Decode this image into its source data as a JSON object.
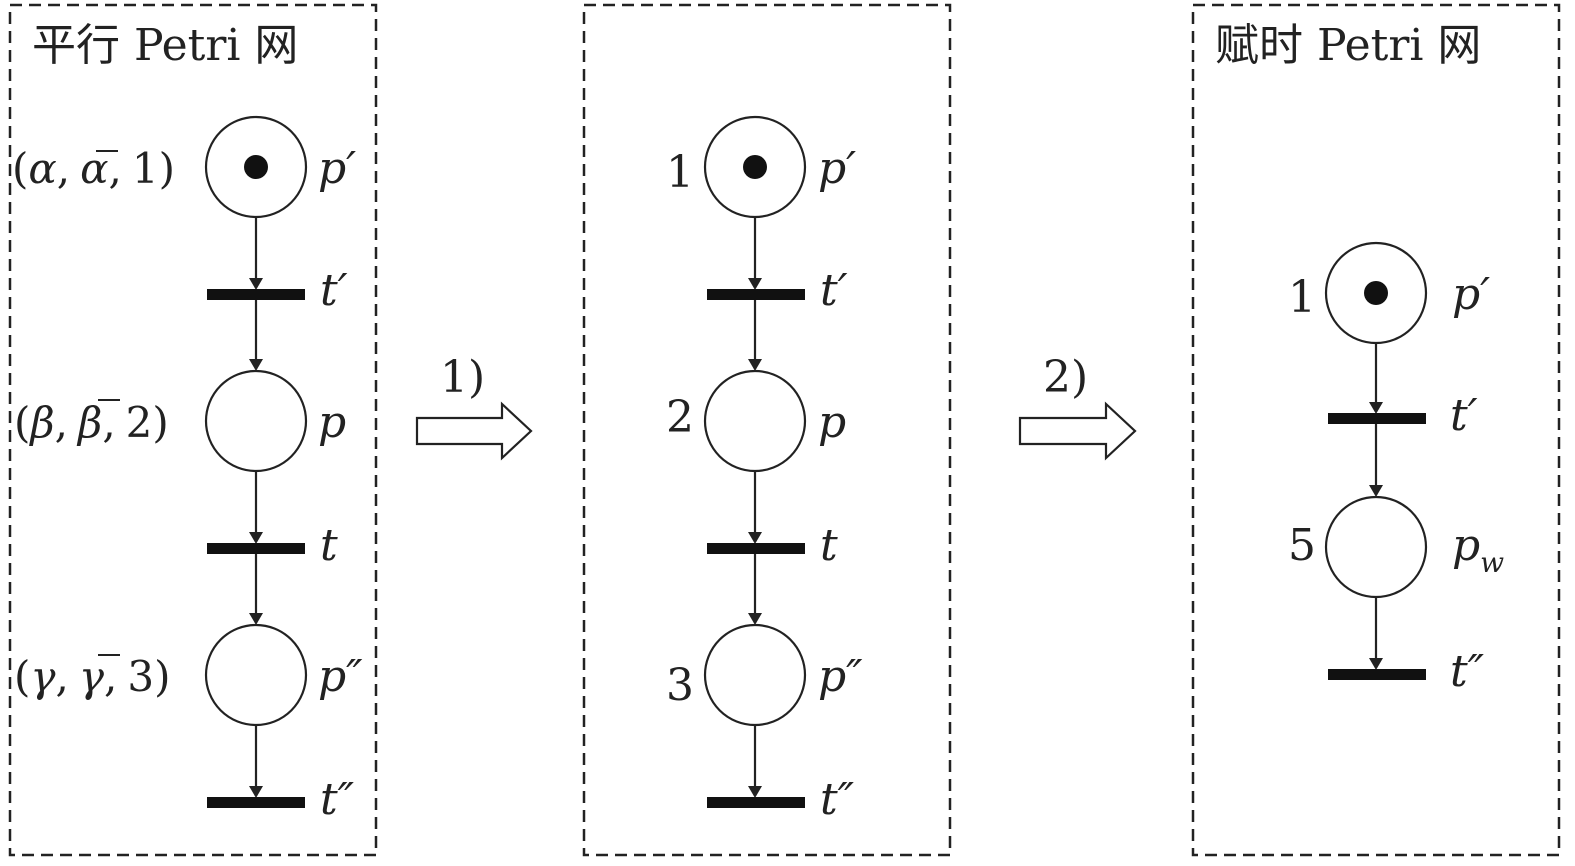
{
  "panels": {
    "left": {
      "title": "平行 Petri 网",
      "places": [
        {
          "name": "p′",
          "label_prefix": "(",
          "sym": "α",
          "sym_bar": "α",
          "weight": "1",
          "token": true
        },
        {
          "name": "p",
          "label_prefix": "(",
          "sym": "β",
          "sym_bar": "β",
          "weight": "2",
          "token": false
        },
        {
          "name": "p″",
          "label_prefix": "(",
          "sym": "γ",
          "sym_bar": "γ",
          "weight": "3",
          "token": false
        }
      ],
      "transitions": [
        "t′",
        "t",
        "t″"
      ]
    },
    "middle": {
      "title": "",
      "places": [
        {
          "name": "p′",
          "weight": "1",
          "token": true
        },
        {
          "name": "p",
          "weight": "2",
          "token": false
        },
        {
          "name": "p″",
          "weight": "3",
          "token": false
        }
      ],
      "transitions": [
        "t′",
        "t",
        "t″"
      ]
    },
    "right": {
      "title": "赋时 Petri 网",
      "places": [
        {
          "name": "p′",
          "weight": "1",
          "token": true
        },
        {
          "name": "p",
          "subscript": "w",
          "weight": "5",
          "token": false
        }
      ],
      "transitions": [
        "t′",
        "t″"
      ]
    }
  },
  "steps": [
    {
      "label": "1)"
    },
    {
      "label": "2)"
    }
  ],
  "strings": {
    "comma": ",",
    "open_paren": "(",
    "close_paren": ")"
  }
}
